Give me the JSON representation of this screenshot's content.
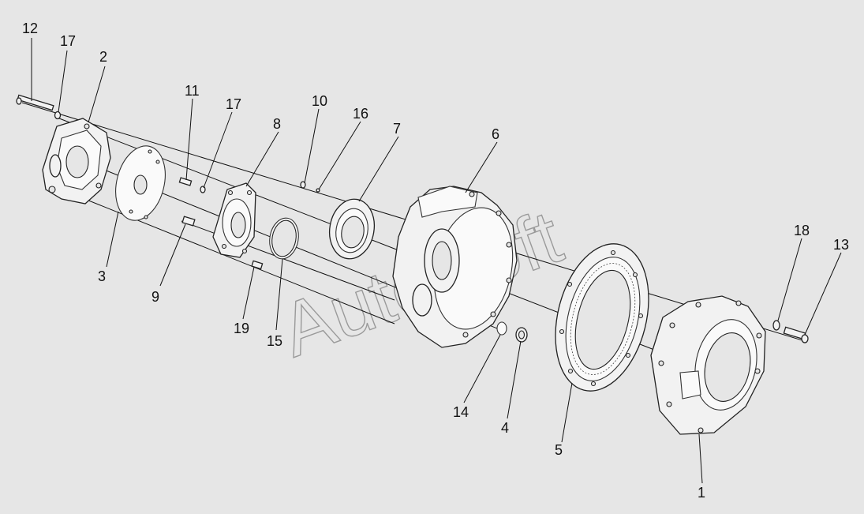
{
  "diagram": {
    "watermark": "AutoSoft",
    "callouts": [
      {
        "id": "c1",
        "text": "1"
      },
      {
        "id": "c2",
        "text": "2"
      },
      {
        "id": "c3",
        "text": "3"
      },
      {
        "id": "c4",
        "text": "4"
      },
      {
        "id": "c5",
        "text": "5"
      },
      {
        "id": "c6",
        "text": "6"
      },
      {
        "id": "c7",
        "text": "7"
      },
      {
        "id": "c8",
        "text": "8"
      },
      {
        "id": "c9",
        "text": "9"
      },
      {
        "id": "c10",
        "text": "10"
      },
      {
        "id": "c11",
        "text": "11"
      },
      {
        "id": "c12",
        "text": "12"
      },
      {
        "id": "c13",
        "text": "13"
      },
      {
        "id": "c14",
        "text": "14"
      },
      {
        "id": "c15",
        "text": "15"
      },
      {
        "id": "c16",
        "text": "16"
      },
      {
        "id": "c17a",
        "text": "17"
      },
      {
        "id": "c17b",
        "text": "17"
      },
      {
        "id": "c18",
        "text": "18"
      },
      {
        "id": "c19",
        "text": "19"
      }
    ]
  }
}
